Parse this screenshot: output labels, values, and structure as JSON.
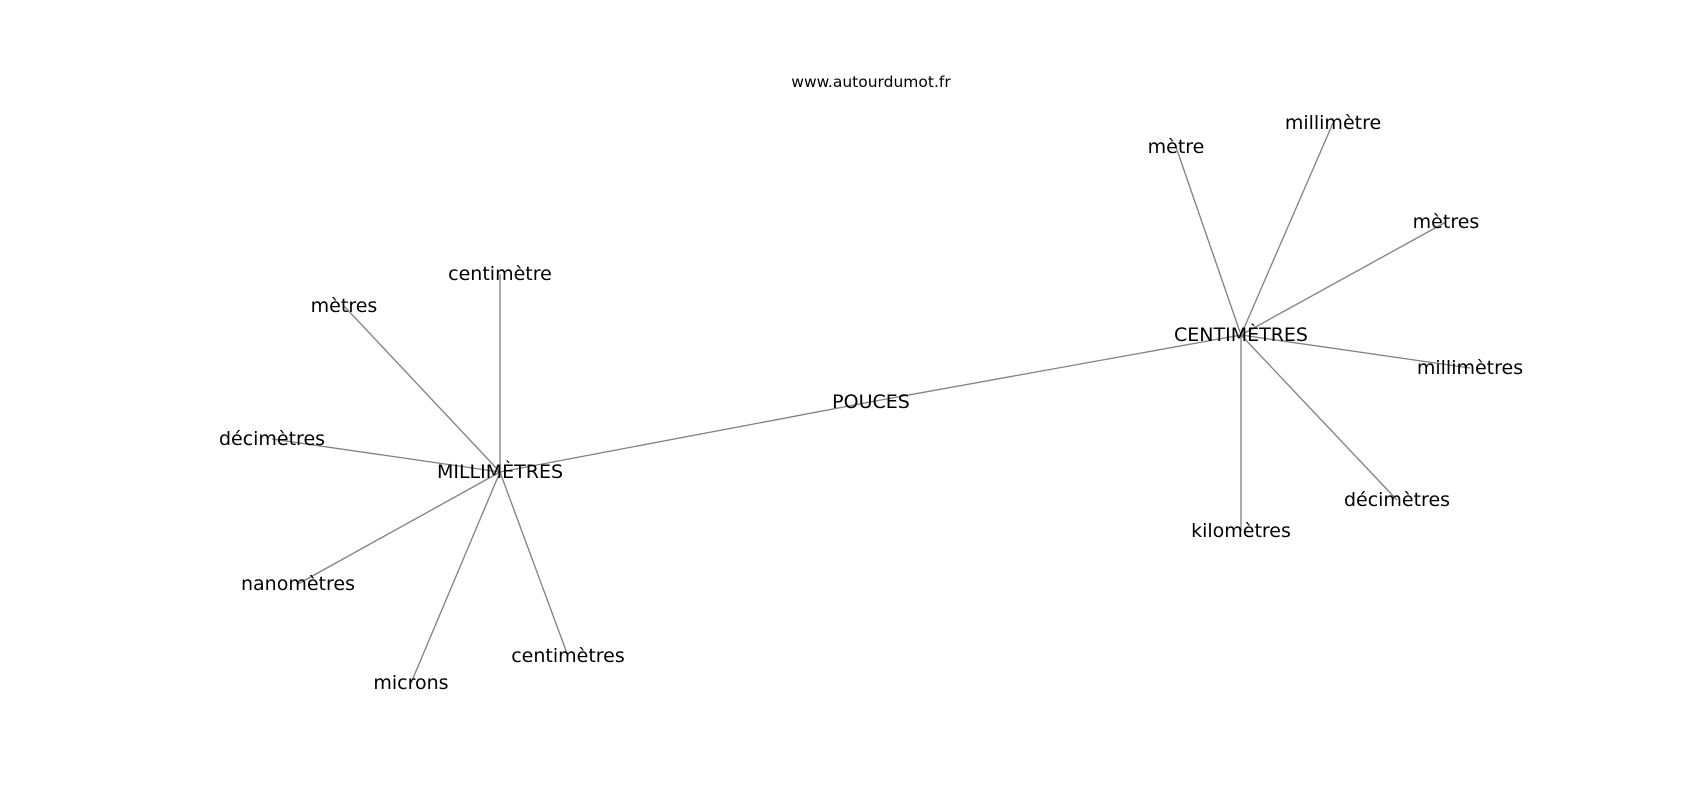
{
  "source": "www.autourdumot.fr",
  "center": "POUCES",
  "clusters": [
    {
      "hub": "MILLIMÈTRES",
      "words": [
        "centimètre",
        "mètres",
        "décimètres",
        "nanomètres",
        "microns",
        "centimètres"
      ]
    },
    {
      "hub": "CENTIMÈTRES",
      "words": [
        "mètre",
        "millimètre",
        "mètres",
        "millimètres",
        "décimètres",
        "kilomètres"
      ]
    }
  ],
  "colors": {
    "edge": "#808080",
    "text": "#000000",
    "background": "#ffffff"
  }
}
